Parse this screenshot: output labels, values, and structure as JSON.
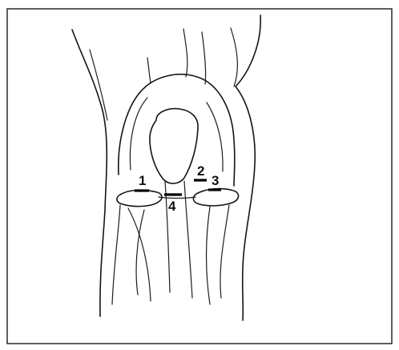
{
  "figure": {
    "markers": [
      {
        "id": "marker-1",
        "label": "1"
      },
      {
        "id": "marker-2",
        "label": "2"
      },
      {
        "id": "marker-3",
        "label": "3"
      },
      {
        "id": "marker-4",
        "label": "4"
      }
    ]
  }
}
